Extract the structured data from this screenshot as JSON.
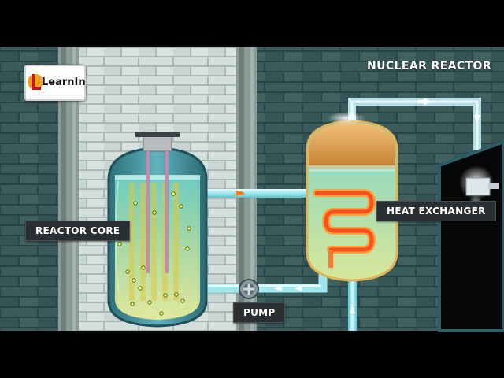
{
  "title": "NUCLEAR REACTOR",
  "logo": {
    "text": "LearnIn",
    "icon": "learnin-logo"
  },
  "labels": {
    "reactor_core": "REACTOR CORE",
    "heat_exchanger": "HEAT EXCHANGER",
    "pump": "PUMP"
  },
  "colors": {
    "coolant": "#9fe7ee",
    "core_liquid": "#e9e79a",
    "hot_coil": "#ff5a1e",
    "steam_dome": "#d9903f",
    "wall_dark": "#2f4a4c",
    "wall_light": "#cfd9d6"
  }
}
